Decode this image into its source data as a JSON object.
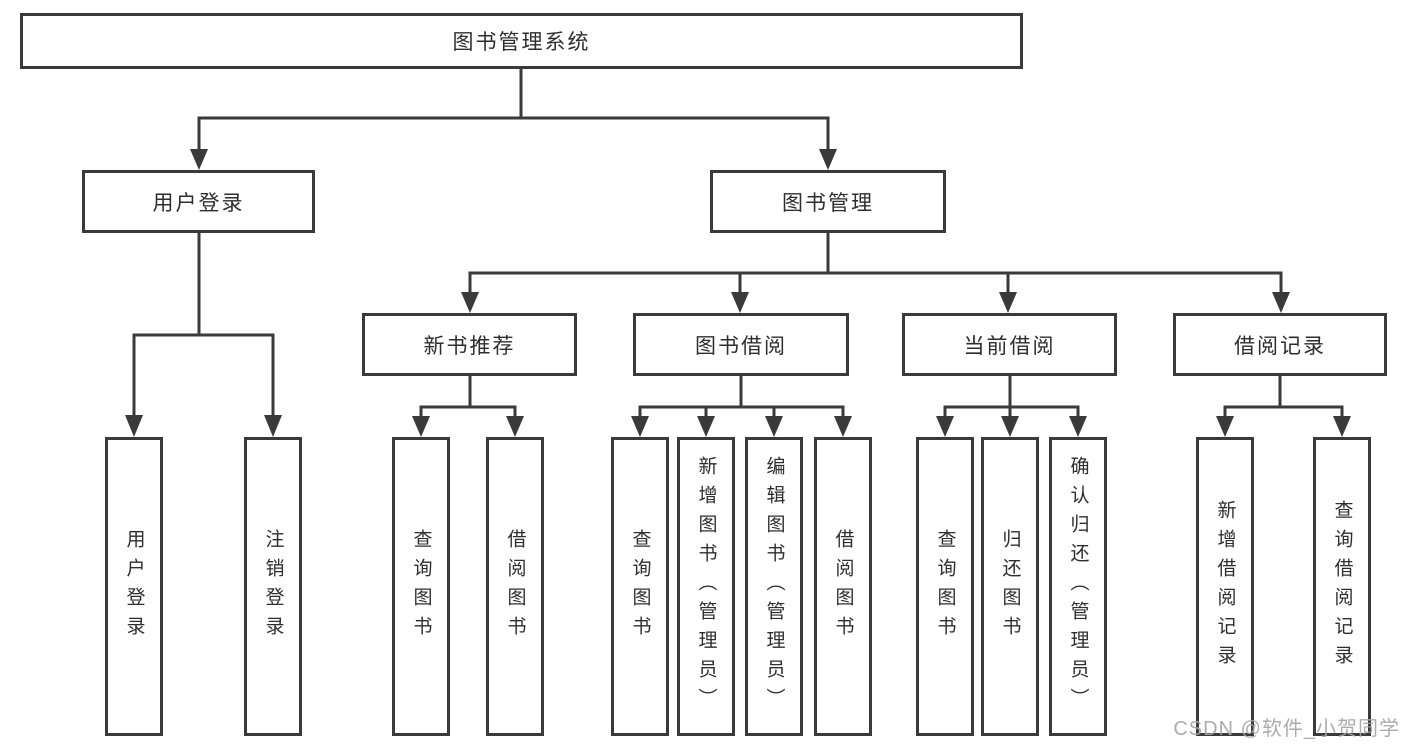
{
  "title": "图书管理系统",
  "watermark": "CSDN @软件_小贺同学",
  "colors": {
    "line": "#3a3a3a",
    "box_border": "#3a3a3a",
    "text": "#2e2e2e",
    "watermark": "#a6a6a6",
    "background": "#ffffff"
  },
  "tree": {
    "label": "图书管理系统",
    "children": [
      {
        "label": "用户登录",
        "children": [
          {
            "label": "用户登录"
          },
          {
            "label": "注销登录"
          }
        ]
      },
      {
        "label": "图书管理",
        "children": [
          {
            "label": "新书推荐",
            "children": [
              {
                "label": "查询图书"
              },
              {
                "label": "借阅图书"
              }
            ]
          },
          {
            "label": "图书借阅",
            "children": [
              {
                "label": "查询图书"
              },
              {
                "label": "新增图书（管理员）"
              },
              {
                "label": "编辑图书（管理员）"
              },
              {
                "label": "借阅图书"
              }
            ]
          },
          {
            "label": "当前借阅",
            "children": [
              {
                "label": "查询图书"
              },
              {
                "label": "归还图书"
              },
              {
                "label": "确认归还（管理员）"
              }
            ]
          },
          {
            "label": "借阅记录",
            "children": [
              {
                "label": "新增借阅记录"
              },
              {
                "label": "查询借阅记录"
              }
            ]
          }
        ]
      }
    ]
  }
}
